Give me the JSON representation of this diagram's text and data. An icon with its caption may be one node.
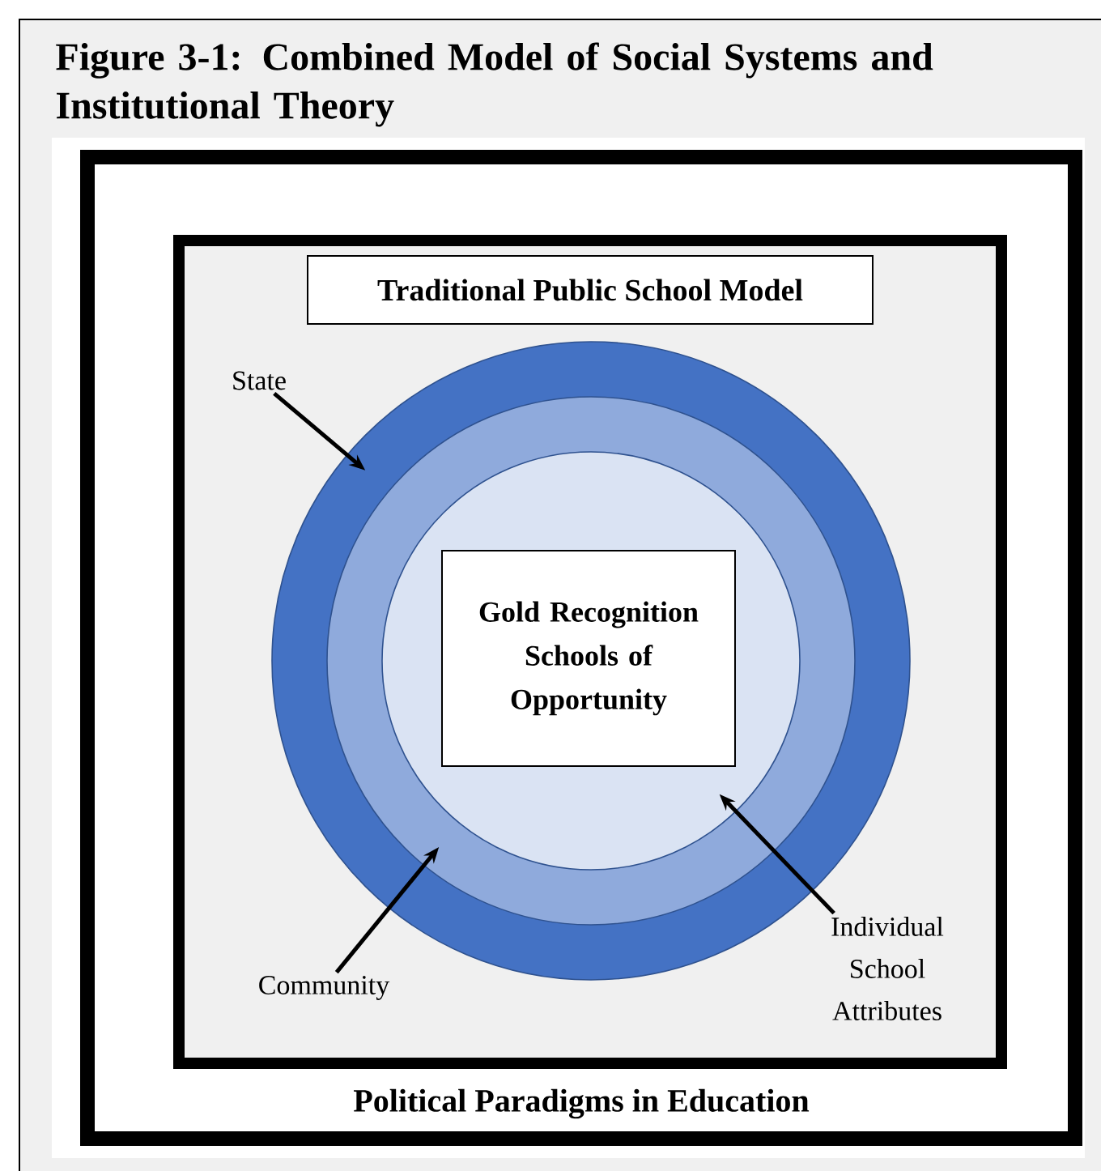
{
  "diagram": {
    "title": "Figure 3-1: Combined Model of Social Systems and Institutional Theory",
    "nodes": [
      {
        "text": [
          "Political Paradigms in Education"
        ]
      },
      {
        "text": [],
        "shape": "box",
        "in": 0
      },
      {
        "text": [
          "Traditional Public School Model"
        ],
        "in": 1
      },
      {
        "text": [
          "State"
        ],
        "in": 1
      },
      {
        "text": [],
        "shape": "circle",
        "in": 1
      },
      {
        "text": [],
        "shape": "circle",
        "in": 4
      },
      {
        "text": [],
        "shape": "circle",
        "in": 5
      },
      {
        "text": [
          "Gold Recognition Schools of Opportunity"
        ],
        "in": 6
      },
      {
        "text": [
          "Community"
        ],
        "in": 1
      },
      {
        "text": [
          "Individual School Attributes"
        ],
        "in": 1
      }
    ],
    "edges": [
      {
        "from": 3,
        "to": 4,
        "arrow": "to"
      },
      {
        "from": 8,
        "to": 5,
        "arrow": "to"
      },
      {
        "from": 9,
        "to": 6,
        "arrow": "to"
      }
    ]
  }
}
